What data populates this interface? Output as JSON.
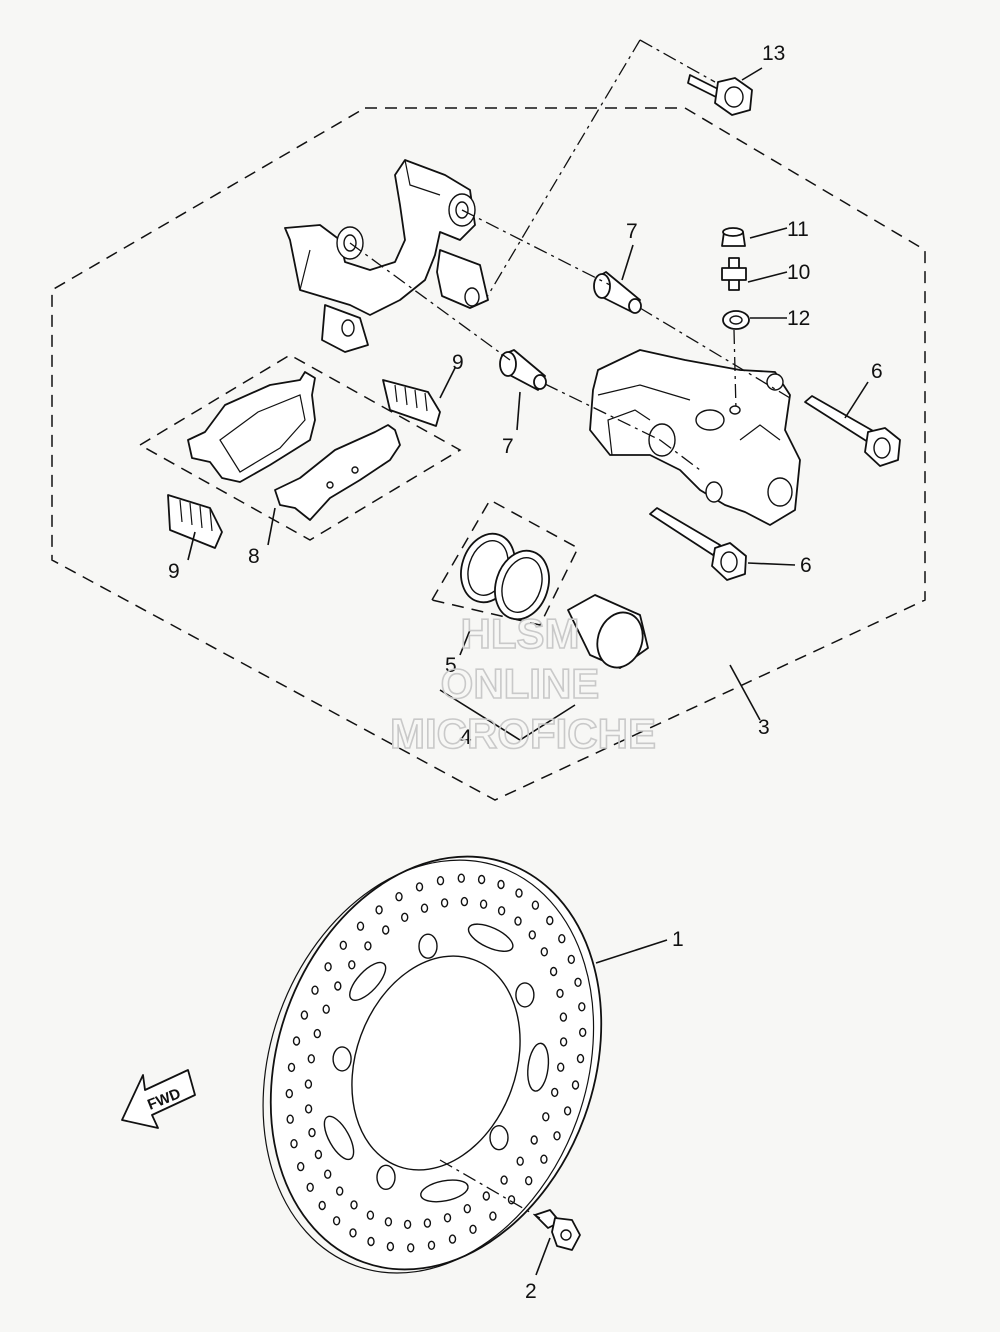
{
  "callouts": {
    "c1": "1",
    "c2": "2",
    "c3": "3",
    "c4": "4",
    "c5": "5",
    "c6a": "6",
    "c6b": "6",
    "c7a": "7",
    "c7b": "7",
    "c8": "8",
    "c9a": "9",
    "c9b": "9",
    "c10": "10",
    "c11": "11",
    "c12": "12",
    "c13": "13"
  },
  "fwd_label": "FWD",
  "watermark": {
    "line1": "HLSM",
    "line2": "ONLINE",
    "line3": "MICROFICHE"
  },
  "colors": {
    "line": "#111111",
    "background": "#f7f7f5",
    "watermark": "#c9c9c9"
  }
}
